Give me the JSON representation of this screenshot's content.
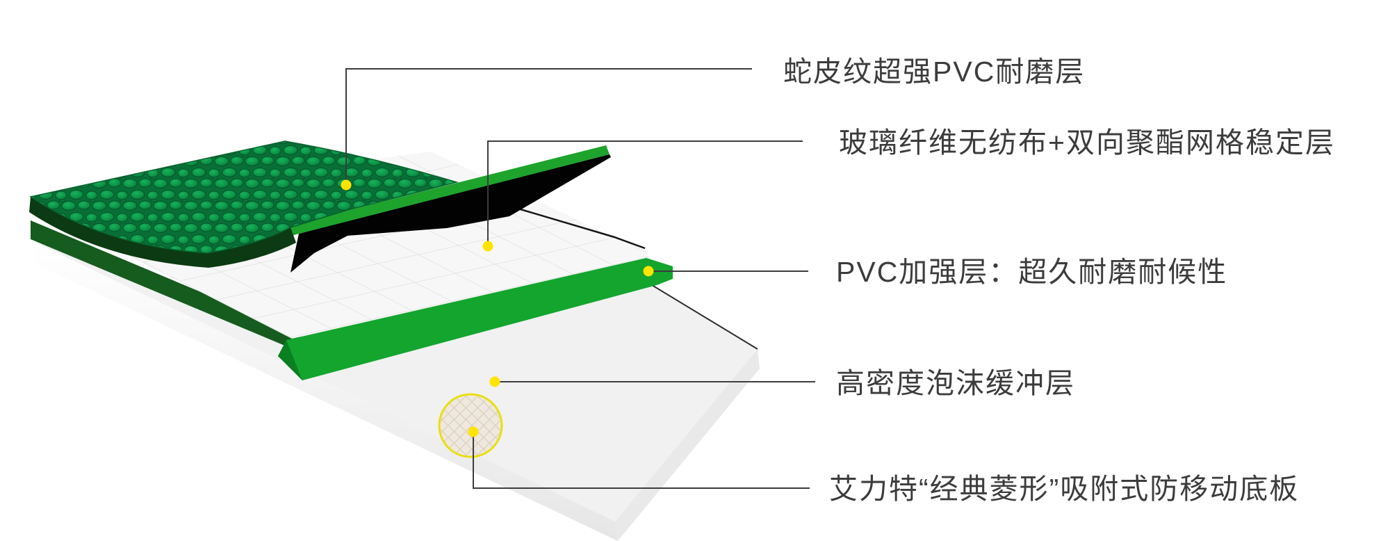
{
  "diagram": {
    "title_hint": "flooring-layer-structure",
    "labels": [
      {
        "id": "wear-layer",
        "text": "蛇皮纹超强PVC耐磨层"
      },
      {
        "id": "stability-layer",
        "text": "玻璃纤维无纺布+双向聚酯网格稳定层"
      },
      {
        "id": "pvc-reinforce",
        "text": "PVC加强层：超久耐磨耐候性"
      },
      {
        "id": "foam-cushion",
        "text": "高密度泡沫缓冲层"
      },
      {
        "id": "anti-move-base",
        "text": "艾力特“经典菱形”吸附式防移动底板"
      }
    ],
    "colors": {
      "text_color": "#3c3c3c",
      "leader_line": "#3d3d3d",
      "marker_yellow": "#ffe400",
      "ring_yellow": "#e9df10",
      "texture_green": "#0d8f45",
      "bright_green": "#13a52d",
      "dark_green_side": "#0c3a12",
      "dark_green_stripe": "#155c1e",
      "shadow_black": "#020202",
      "mesh_white": "#f7f7f7",
      "foam_gray": "#f1f1f1",
      "base_beige": "#efe8de"
    }
  }
}
